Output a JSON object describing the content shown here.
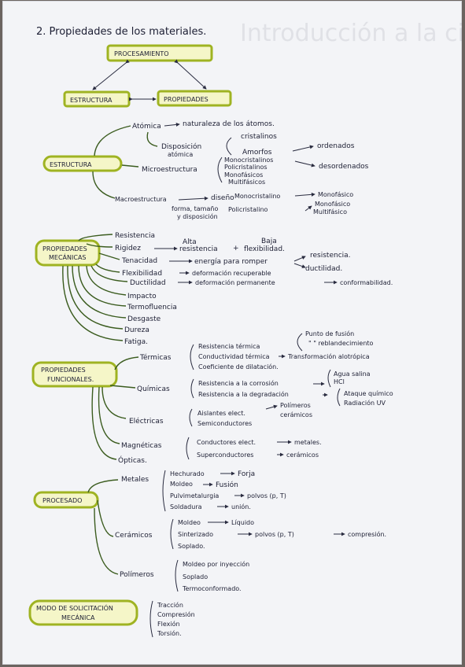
{
  "title": "2. Propiedades de los materiales.",
  "bleed_through": "Introducción a la ciencia",
  "top": {
    "procesamiento": "PROCESAMIENTO",
    "estructura": "ESTRUCTURA",
    "propiedades": "PROPIEDADES"
  },
  "estructura": {
    "label": "ESTRUCTURA",
    "atomica": "Atómica",
    "atomica_desc": "naturaleza de los átomos.",
    "disposicion": "Disposición",
    "disposicion2": "atómica",
    "cristalinos": "cristalinos",
    "amorfos": "Amorfos",
    "ordenados": "ordenados",
    "micro": "Microestructura",
    "micro_items": [
      "Monocristalinos",
      "Policristalinos",
      "Monofásicos",
      "Multifásicos"
    ],
    "desordenados": "desordenados",
    "macro": "Macroestructura",
    "diseno": "diseño",
    "forma": "forma, tamaño",
    "forma2": "y disposición",
    "monocristalino": "Monocristalino",
    "monofasico": "Monofásico",
    "policristalino": "Policristalino",
    "monofasico2": "Monofásico",
    "multifasico": "Multifásico"
  },
  "mecanicas": {
    "label": "PROPIEDADES",
    "label2": "MECÁNICAS",
    "items": [
      "Resistencia",
      "Rigidez",
      "Tenacidad",
      "Flexibilidad",
      "Ductilidad",
      "Impacto",
      "Termofluencia",
      "Desgaste",
      "Dureza",
      "Fatiga."
    ],
    "alta": "Alta",
    "alta_desc": "resistencia",
    "baja": "Baja",
    "baja_desc": "flexibilidad.",
    "tenacidad_desc": "energía para romper",
    "resistencia2": "resistencia.",
    "ductilidad2": "ductilidad.",
    "flex_desc": "deformación recuperable",
    "duct_desc": "deformación permanente",
    "conformabilidad": "conformabilidad."
  },
  "funcionales": {
    "label": "PROPIEDADES",
    "label2": "FUNCIONALES.",
    "termicas": "Térmicas",
    "term_items": [
      "Resistencia térmica",
      "Conductividad térmica",
      "Coeficiente de dilatación."
    ],
    "fusion": "Punto de fusión",
    "comillas": "\"  \" reblandecimiento",
    "transf": "Transformación alotrópica",
    "quimicas": "Químicas",
    "quim_items": [
      "Resistencia a la corrosión",
      "Resistencia a la degradación"
    ],
    "agua": "Agua salina",
    "hcl": "HCl",
    "ataque": "Ataque químico",
    "radiacion": "Radiación UV",
    "electricas": "Eléctricas",
    "elec_items": [
      "Aislantes elect.",
      "Semiconductores"
    ],
    "polimeros": "Polímeros",
    "ceramicos": "cerámicos",
    "magneticas": "Magnéticas",
    "conductores": "Conductores elect.",
    "metales": "metales.",
    "opticas": "Ópticas.",
    "superconductores": "Superconductores",
    "ceramicos2": "cerámicos"
  },
  "procesado": {
    "label": "PROCESADO",
    "metales": "Metales",
    "met_items": [
      "Hechurado",
      "Moldeo",
      "Pulvimetalurgia",
      "Soldadura"
    ],
    "forja": "Forja",
    "fusion": "Fusión",
    "polvos": "polvos (p, T)",
    "union": "unión.",
    "ceramicos": "Cerámicos",
    "cer_items": [
      "Moldeo",
      "Sinterizado",
      "Soplado."
    ],
    "liquido": "Líquido",
    "polvos2": "polvos (p, T)",
    "compresion": "compresión.",
    "polimeros": "Polímeros",
    "pol_items": [
      "Moldeo por inyección",
      "Soplado",
      "Termoconformado."
    ]
  },
  "solicitacion": {
    "label": "MODO DE SOLICITACIÓN",
    "label2": "MECÁNICA",
    "items": [
      "Tracción",
      "Compresión",
      "Flexión",
      "Torsión."
    ]
  }
}
